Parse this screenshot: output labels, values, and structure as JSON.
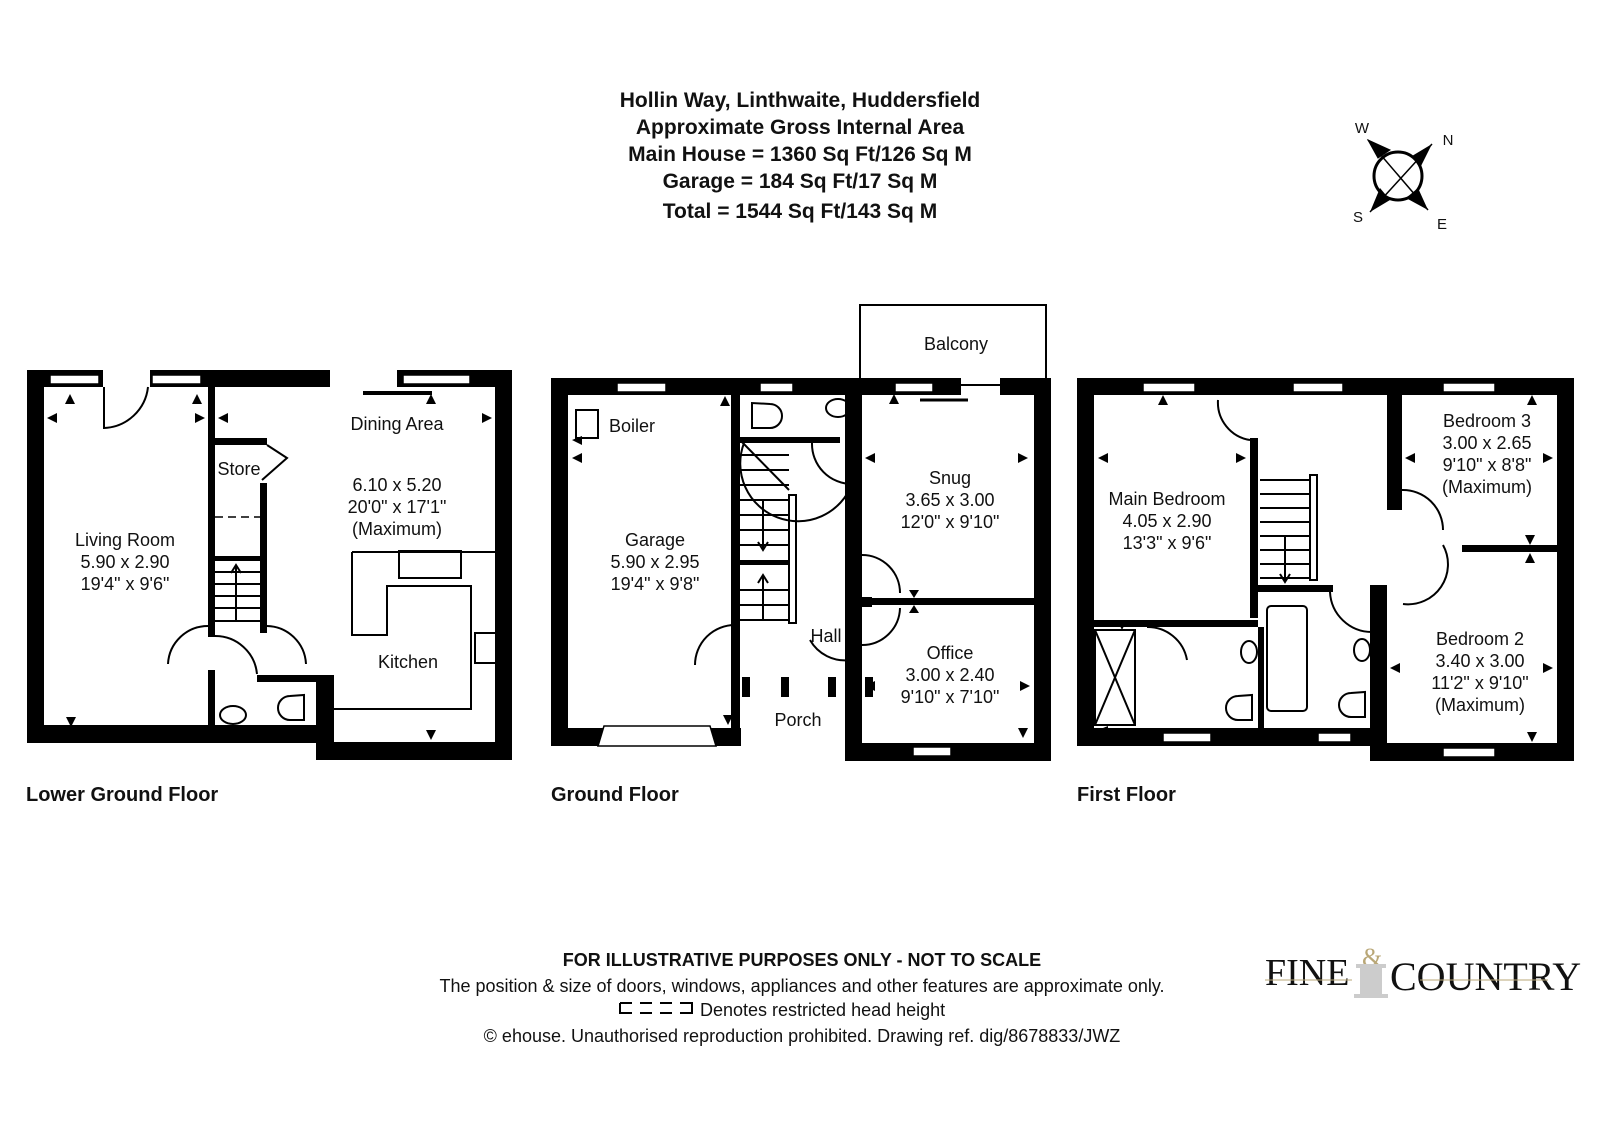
{
  "header": {
    "address": "Hollin Way, Linthwaite, Huddersfield",
    "area_title": "Approximate Gross Internal Area",
    "main_house": "Main House = 1360 Sq Ft/126 Sq M",
    "garage": "Garage = 184 Sq Ft/17 Sq M",
    "total": "Total = 1544 Sq Ft/143 Sq M"
  },
  "compass": {
    "w": "W",
    "n": "N",
    "s": "S",
    "e": "E"
  },
  "lower_ground": {
    "label": "Lower Ground Floor",
    "living": {
      "name": "Living Room",
      "metric": "5.90 x 2.90",
      "imperial": "19'4\" x 9'6\""
    },
    "store": "Store",
    "dining": {
      "name": "Dining Area",
      "metric": "6.10 x 5.20",
      "imperial": "20'0\" x 17'1\"",
      "note": "(Maximum)"
    },
    "kitchen": "Kitchen"
  },
  "ground": {
    "label": "Ground Floor",
    "balcony": "Balcony",
    "boiler": "Boiler",
    "garage": {
      "name": "Garage",
      "metric": "5.90 x 2.95",
      "imperial": "19'4\" x 9'8\""
    },
    "snug": {
      "name": "Snug",
      "metric": "3.65 x 3.00",
      "imperial": "12'0\" x 9'10\""
    },
    "hall": "Hall",
    "office": {
      "name": "Office",
      "metric": "3.00 x 2.40",
      "imperial": "9'10\" x 7'10\""
    },
    "porch": "Porch"
  },
  "first": {
    "label": "First Floor",
    "main_bedroom": {
      "name": "Main Bedroom",
      "metric": "4.05 x 2.90",
      "imperial": "13'3\" x 9'6\""
    },
    "bedroom3": {
      "name": "Bedroom 3",
      "metric": "3.00 x 2.65",
      "imperial": "9'10\" x 8'8\"",
      "note": "(Maximum)"
    },
    "bedroom2": {
      "name": "Bedroom 2",
      "metric": "3.40 x 3.00",
      "imperial": "11'2\" x 9'10\"",
      "note": "(Maximum)"
    }
  },
  "footer": {
    "disclaimer": "FOR ILLUSTRATIVE PURPOSES ONLY - NOT TO SCALE",
    "position_note": "The position & size of doors, windows, appliances and other features are approximate only.",
    "restricted_note": "Denotes restricted head height",
    "copyright": "© ehouse. Unauthorised reproduction prohibited. Drawing ref. dig/8678833/JWZ"
  },
  "logo": {
    "fine": "FINE",
    "amp": "&",
    "country": "COUNTRY",
    "gold": "#b9a777"
  }
}
